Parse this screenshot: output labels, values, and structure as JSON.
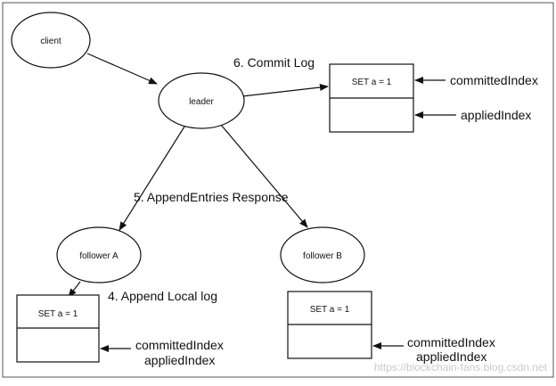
{
  "nodes": {
    "client": "client",
    "leader": "leader",
    "follower_a": "follower A",
    "follower_b": "follower B"
  },
  "labels": {
    "commit_log": "6. Commit Log",
    "append_entries_response": "5. AppendEntries Response",
    "append_local_log": "4. Append Local log"
  },
  "log_boxes": {
    "leader_entry": "SET a = 1",
    "follower_a_entry": "SET a = 1",
    "follower_b_entry": "SET a = 1"
  },
  "index_labels": {
    "leader_committed": "committedIndex",
    "leader_applied": "appliedIndex",
    "follower_a_committed": "committedIndex",
    "follower_a_applied": "appliedIndex",
    "follower_b_committed": "committedIndex",
    "follower_b_applied": "appliedIndex"
  },
  "watermark": "https://blockchain-fans.blog.csdn.net"
}
